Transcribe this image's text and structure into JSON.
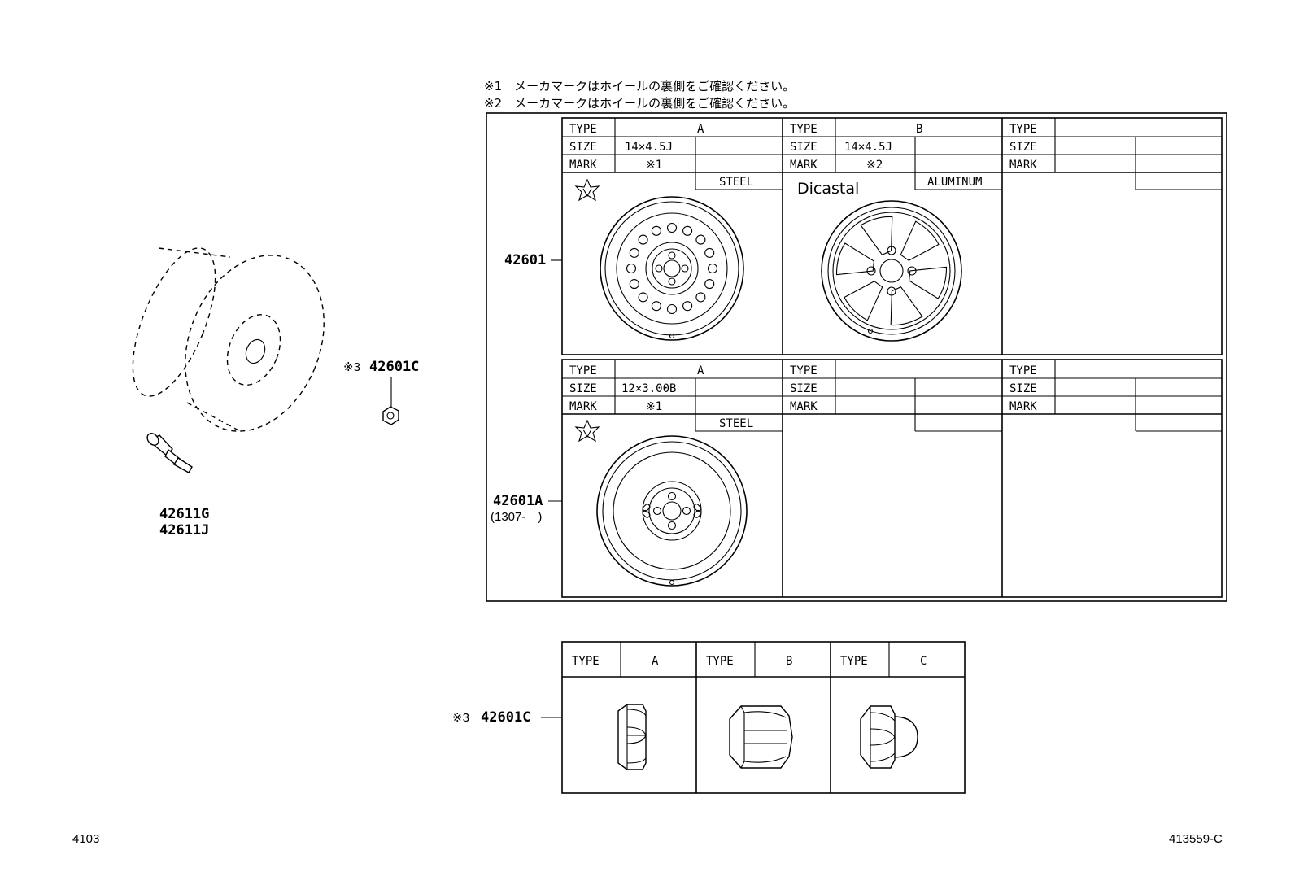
{
  "notes": {
    "note1": "※1　メーカマークはホイールの裏側をご確認ください。",
    "note2": "※2　メーカマークはホイールの裏側をご確認ください。"
  },
  "callouts": {
    "wheel": "42601",
    "spare_wheel": "42601A",
    "spare_wheel_date": "(1307-　)",
    "nut_mark": "※3",
    "nut": "42601C",
    "valve1": "42611G",
    "valve2": "42611J",
    "nut_table_mark": "※3",
    "nut_table_part": "42601C"
  },
  "labels": {
    "type": "TYPE",
    "size": "SIZE",
    "mark": "MARK"
  },
  "wheel_table_top": {
    "col1": {
      "type": "A",
      "size": "14×4.5J",
      "mark": "※1",
      "material": "STEEL"
    },
    "col2": {
      "type": "B",
      "size": "14×4.5J",
      "mark": "※2",
      "material": "ALUMINUM",
      "brand": "Dicastal"
    },
    "col3": {
      "type": "",
      "size": "",
      "mark": "",
      "material": ""
    }
  },
  "wheel_table_bottom": {
    "col1": {
      "type": "A",
      "size": "12×3.00B",
      "mark": "※1",
      "material": "STEEL"
    },
    "col2": {
      "type": "",
      "size": "",
      "mark": "",
      "material": ""
    },
    "col3": {
      "type": "",
      "size": "",
      "mark": "",
      "material": ""
    }
  },
  "nut_table": {
    "cols": [
      {
        "label": "TYPE",
        "value": "A"
      },
      {
        "label": "TYPE",
        "value": "B"
      },
      {
        "label": "TYPE",
        "value": "C"
      }
    ]
  },
  "footer": {
    "left": "4103",
    "right": "413559-C"
  },
  "icons": [
    "tire-icon",
    "valve-stem-icon",
    "lug-nut-icon",
    "steel-wheel-icon",
    "alloy-wheel-icon",
    "star-logo-icon"
  ]
}
